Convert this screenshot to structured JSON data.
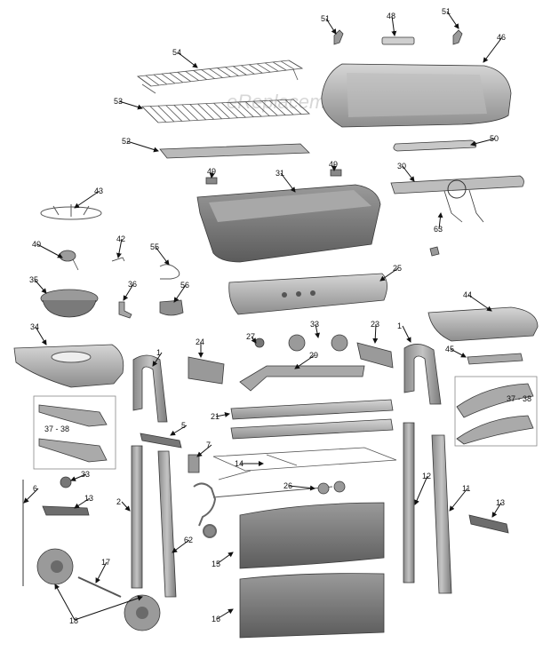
{
  "watermark": "eReplacementParts.com",
  "callouts": [
    "1",
    "1",
    "2",
    "5",
    "6",
    "7",
    "11",
    "12",
    "13",
    "13",
    "14",
    "15",
    "16",
    "17",
    "18",
    "21",
    "23",
    "24",
    "25",
    "26",
    "27",
    "29",
    "30",
    "31",
    "33",
    "33",
    "34",
    "35",
    "36",
    "40",
    "42",
    "43",
    "44",
    "45",
    "46",
    "48",
    "49",
    "49",
    "50",
    "51",
    "51",
    "52",
    "53",
    "54",
    "55",
    "56",
    "62",
    "63"
  ],
  "inset_labels": {
    "left": "37 - 38",
    "right": "37 - 38"
  }
}
